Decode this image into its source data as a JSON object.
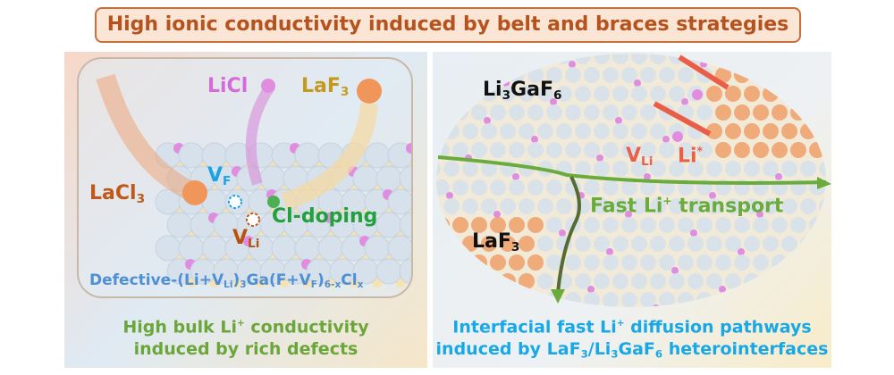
{
  "title": "High ionic conductivity induced by belt and braces strategies",
  "left": {
    "licl": "LiCl",
    "laf3": {
      "base": "LaF",
      "sub": "3"
    },
    "lacl3": {
      "base": "LaCl",
      "sub": "3"
    },
    "vf": {
      "base": "V",
      "sub": "F"
    },
    "vli": {
      "base": "V",
      "sub": "Li"
    },
    "cl_doping": "Cl-doping",
    "formula": {
      "p1": "Defective-(Li+V",
      "s1": "Li",
      "p2": ")",
      "s2": "3",
      "p3": "Ga(F+V",
      "s3": "F",
      "p4": ")",
      "s4": "6-x",
      "p5": "Cl",
      "s5": "x"
    },
    "caption1": {
      "a": "High bulk Li",
      "sup": "+",
      "b": " conductivity"
    },
    "caption2": "induced by rich defects"
  },
  "right": {
    "li3gaf6": {
      "a": "Li",
      "s1": "3",
      "b": "GaF",
      "s2": "6"
    },
    "vli": {
      "base": "V",
      "sub": "Li"
    },
    "li_star": {
      "base": "Li",
      "sup": "*"
    },
    "fast": {
      "a": "Fast Li",
      "sup": "+",
      "b": " transport"
    },
    "laf3": {
      "base": "LaF",
      "sub": "3"
    },
    "caption1": {
      "a": "Interfacial fast Li",
      "sup": "+",
      "b": " diffusion pathways"
    },
    "caption2": {
      "a": "induced by  LaF",
      "s1": "3",
      "b": "/Li",
      "s2": "3",
      "c": "GaF",
      "s3": "6",
      "d": " heterointerfaces"
    }
  },
  "colors": {
    "li": "#e08de0",
    "f": "#f6e3b4",
    "ga": "#d6e1ec",
    "la": "#eea06a",
    "green": "#6aac3c"
  }
}
